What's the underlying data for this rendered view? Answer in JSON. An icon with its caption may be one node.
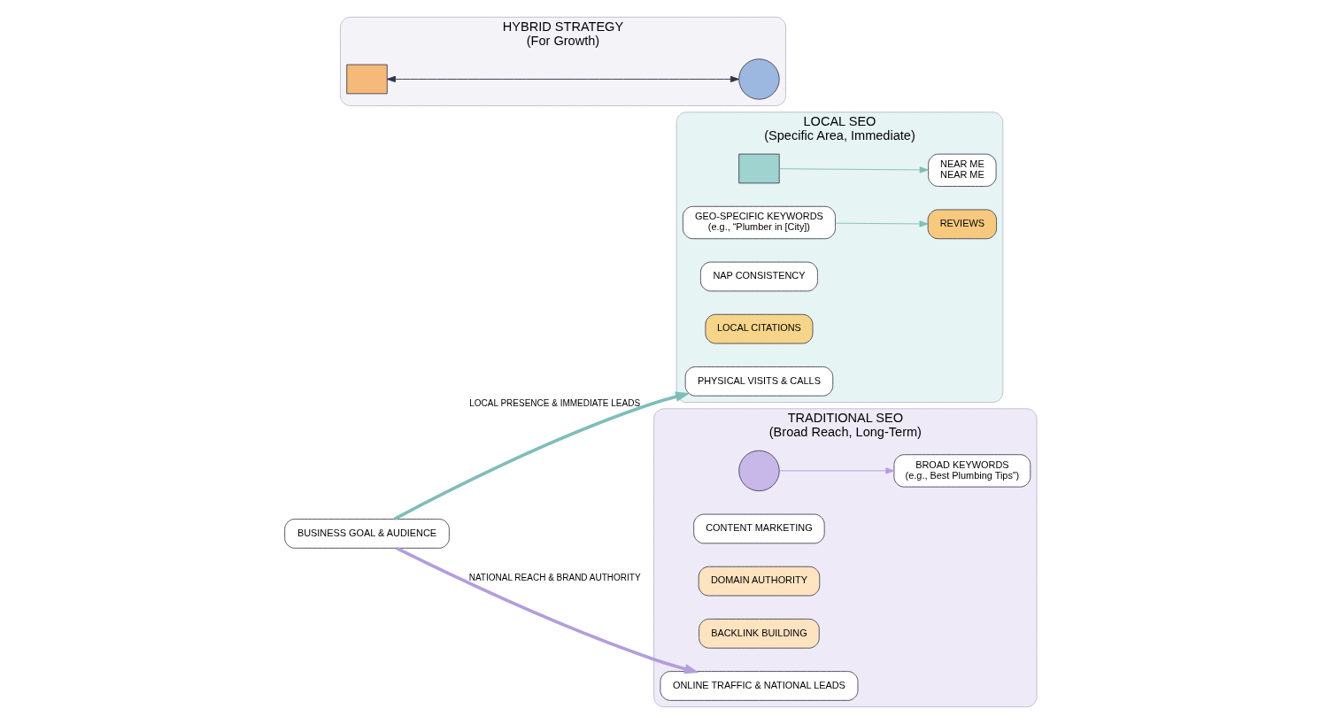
{
  "diagram": {
    "nodes": [
      {
        "text": [
          "LOCAL SEO",
          "(Specific Area, Immediate)"
        ]
      },
      {
        "text": [],
        "shape": "box",
        "in": 0
      },
      {
        "text": [
          "NEAR ME",
          "NEAR ME"
        ],
        "in": 0
      },
      {
        "text": [
          "GEO-SPECIFIC KEYWORDS",
          "(e.g., “Plumber in [City])"
        ],
        "in": 0
      },
      {
        "text": [
          "REVIEWS"
        ],
        "in": 0
      },
      {
        "text": [
          "NAP CONSISTENCY"
        ],
        "in": 0
      },
      {
        "text": [
          "LOCAL CITATIONS"
        ],
        "in": 0
      },
      {
        "text": [
          "PHYSICAL VISITS & CALLS"
        ],
        "in": 0
      },
      {
        "text": [
          "TRADITIONAL SEO",
          "(Broad Reach, Long-Term)"
        ]
      },
      {
        "text": [],
        "shape": "circle",
        "in": 8
      },
      {
        "text": [
          "BROAD KEYWORDS",
          "(e.g., Best Plumbing Tips”)"
        ],
        "in": 8
      },
      {
        "text": [
          "CONTENT MARKETING"
        ],
        "in": 8
      },
      {
        "text": [
          "DOMAIN AUTHORITY"
        ],
        "in": 8
      },
      {
        "text": [
          "BACKLINK BUILDING"
        ],
        "in": 8
      },
      {
        "text": [
          "ONLINE TRAFFIC & NATIONAL LEADS"
        ],
        "in": 8
      },
      {
        "text": [
          "BUSINESS GOAL & AUDIENCE"
        ]
      },
      {
        "text": [
          "HYBRID STRATEGY",
          "(For Growth)"
        ]
      },
      {
        "text": [],
        "shape": "box",
        "in": 16
      },
      {
        "text": [],
        "shape": "circle",
        "in": 16
      }
    ],
    "edges": [
      {
        "from": 1,
        "to": 2,
        "arrow": "to",
        "color": "#7fbdb8"
      },
      {
        "from": 3,
        "to": 4,
        "arrow": "to",
        "color": "#7fbdb8"
      },
      {
        "from": 15,
        "to": 7,
        "arrow": "to",
        "label": "LOCAL PRESENCE & IMMEDIATE LEADS",
        "style": "thick",
        "color": "#7fbdb8"
      },
      {
        "from": 15,
        "to": 14,
        "arrow": "to",
        "label": "NATIONAL REACH & BRAND AUTHORITY",
        "style": "thick",
        "color": "#b39ddb"
      },
      {
        "from": 9,
        "to": 10,
        "arrow": "to",
        "color": "#b39ddb"
      },
      {
        "from": 17,
        "to": 18,
        "arrow": "both",
        "color": "#333344"
      }
    ]
  }
}
